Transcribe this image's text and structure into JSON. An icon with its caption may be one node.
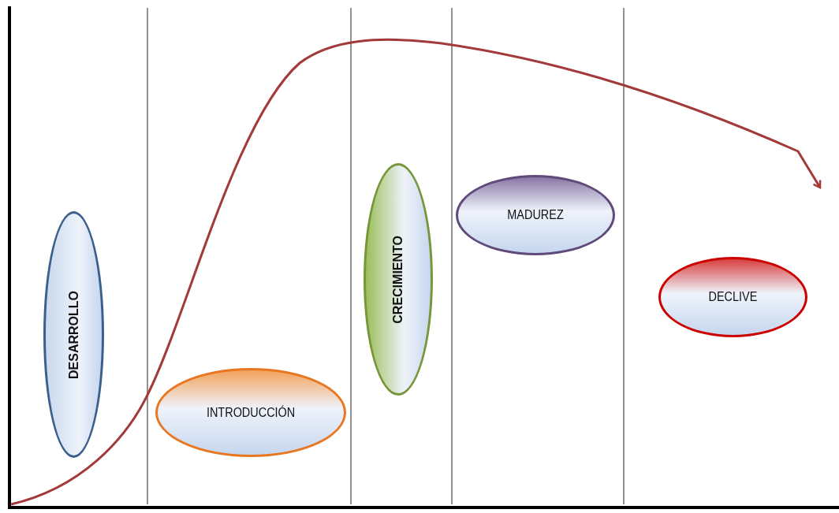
{
  "diagram": {
    "nodes": [
      {
        "text": [
          "DESARROLLO"
        ]
      },
      {
        "text": [
          "INTRODUCCIÓN"
        ]
      },
      {
        "text": [
          "CRECIMIENTO"
        ]
      },
      {
        "text": [
          "MADUREZ"
        ]
      },
      {
        "text": [
          "DECLIVE"
        ]
      }
    ]
  }
}
